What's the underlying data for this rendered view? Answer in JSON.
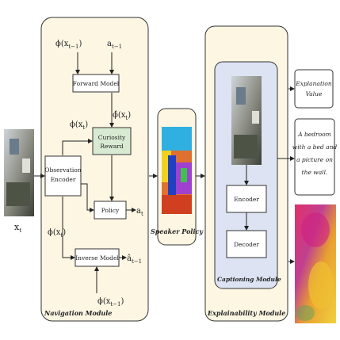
{
  "inputs": {
    "x_t": "x",
    "x_t_sub": "t"
  },
  "navigation_module": {
    "label": "Navigation Module",
    "phi_prev_top": "ϕ(x",
    "phi_prev_top_sub": "t−1",
    "phi_prev_top_close": ")",
    "a_prev": "a",
    "a_prev_sub": "t−1",
    "forward_model": "Forward Model",
    "phi_hat": "ϕ̂(x",
    "phi_hat_sub": "t",
    "phi_hat_close": ")",
    "phi_xt_upper": "ϕ(x",
    "phi_xt_upper_sub": "t",
    "phi_xt_upper_close": ")",
    "observation_encoder_line1": "Observation",
    "observation_encoder_line2": "Encoder",
    "curiosity_line1": "Curiosity",
    "curiosity_line2": "Reward",
    "policy": "Policy",
    "a_t": "a",
    "a_t_sub": "t",
    "phi_xt_lower": "ϕ(x",
    "phi_xt_lower_sub": "t",
    "phi_xt_lower_close": ")",
    "inverse_model": "Inverse Model",
    "a_hat": "â",
    "a_hat_sub": "t−1",
    "phi_prev_bottom": "ϕ(x",
    "phi_prev_bottom_sub": "t−1",
    "phi_prev_bottom_close": ")"
  },
  "speaker_policy": {
    "label": "Speaker Policy"
  },
  "explainability_module": {
    "label": "Explainability Module",
    "captioning_module": "Captioning Module",
    "encoder": "Encoder",
    "decoder": "Decoder"
  },
  "outputs": {
    "explanation_line1": "Explanation",
    "explanation_line2": "Value",
    "caption_line1": "A bedroom",
    "caption_line2": "with a bed and",
    "caption_line3": "a picture on",
    "caption_line4": "the wall."
  },
  "colors": {
    "module_fill": "#fdf6e3",
    "captioning_fill": "#dde3f3",
    "curiosity_fill": "#d9ead3",
    "stroke": "#333333"
  }
}
